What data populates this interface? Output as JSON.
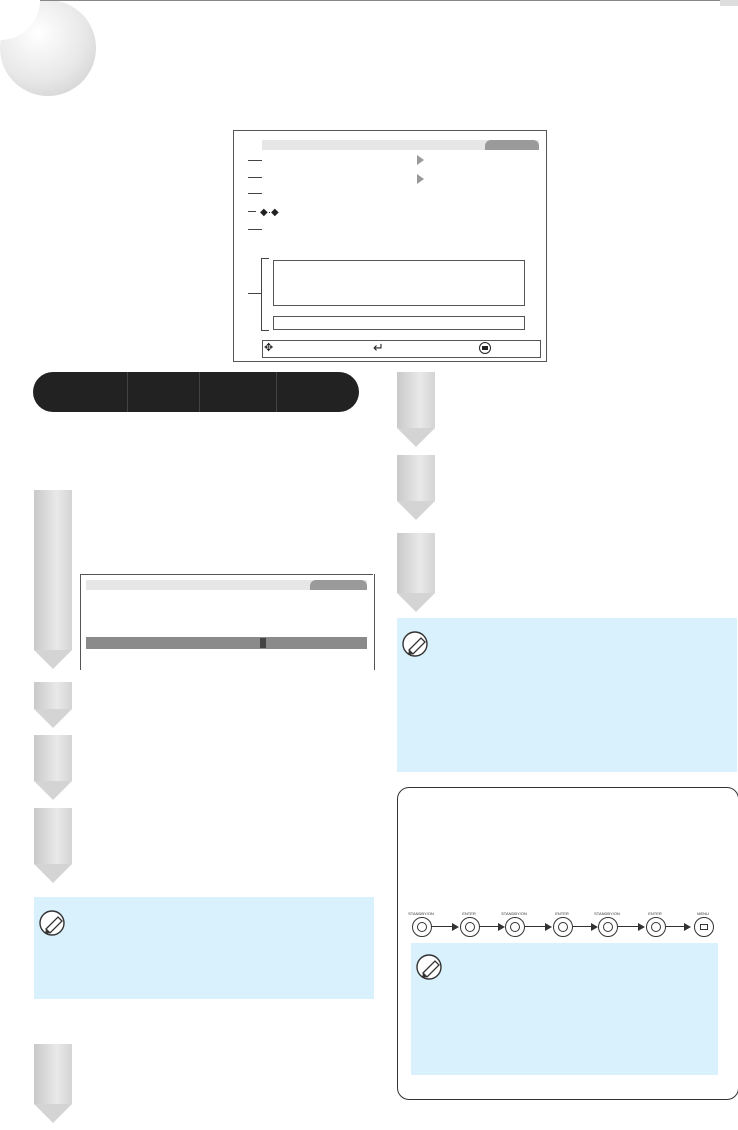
{
  "sequence": {
    "buttons": [
      {
        "label": "STANDBY/ON"
      },
      {
        "label": "ENTER"
      },
      {
        "label": "STANDBY/ON"
      },
      {
        "label": "ENTER"
      },
      {
        "label": "STANDBY/ON"
      },
      {
        "label": "ENTER"
      },
      {
        "label": "MENU"
      }
    ]
  }
}
